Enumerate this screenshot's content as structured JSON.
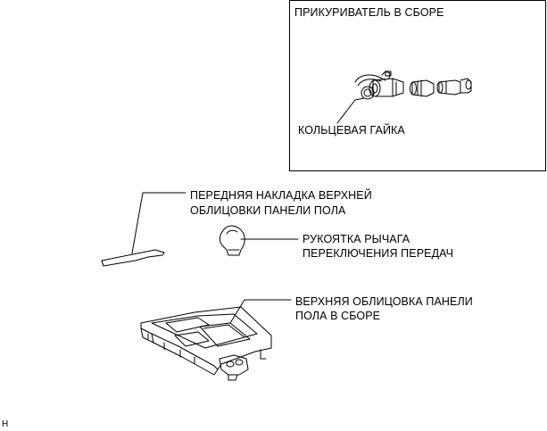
{
  "inset": {
    "title": "ПРИКУРИВАТЕЛЬ В СБОРЕ",
    "ring_nut_label": "КОЛЬЦЕВАЯ ГАЙКА"
  },
  "labels": {
    "front_trim_line1": "ПЕРЕДНЯЯ НАКЛАДКА ВЕРХНЕЙ",
    "front_trim_line2": "ОБЛИЦОВКИ ПАНЕЛИ ПОЛА",
    "knob_line1": "РУКОЯТКА РЫЧАГА",
    "knob_line2": "ПЕРЕКЛЮЧЕНИЯ ПЕРЕДАЧ",
    "panel_line1": "ВЕРХНЯЯ ОБЛИЦОВКА ПАНЕЛИ",
    "panel_line2": "ПОЛА В СБОРЕ"
  },
  "figure_code": "H"
}
